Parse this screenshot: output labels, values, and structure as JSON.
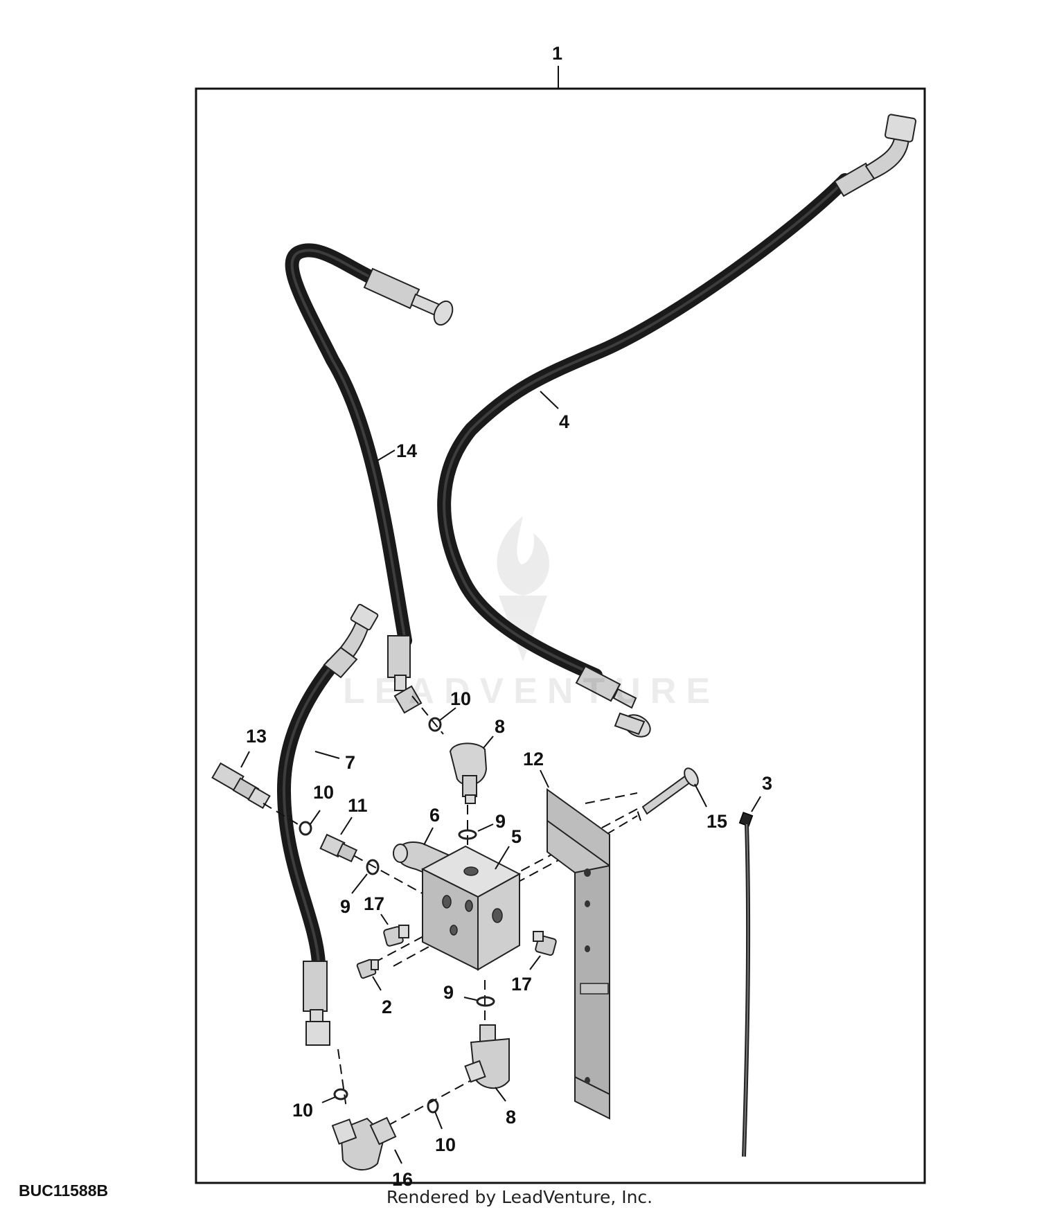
{
  "diagram": {
    "assembly_callout": "1",
    "figure_id": "BUC11588B",
    "credit": "Rendered by LeadVenture, Inc.",
    "watermark": "LEADVENTURE",
    "callouts": {
      "c2": "2",
      "c3": "3",
      "c4": "4",
      "c5": "5",
      "c6": "6",
      "c7": "7",
      "c8a": "8",
      "c8b": "8",
      "c9a": "9",
      "c9b": "9",
      "c9c": "9",
      "c10a": "10",
      "c10b": "10",
      "c10c": "10",
      "c10d": "10",
      "c11": "11",
      "c12": "12",
      "c13": "13",
      "c14": "14",
      "c15": "15",
      "c16": "16",
      "c17a": "17",
      "c17b": "17"
    }
  }
}
